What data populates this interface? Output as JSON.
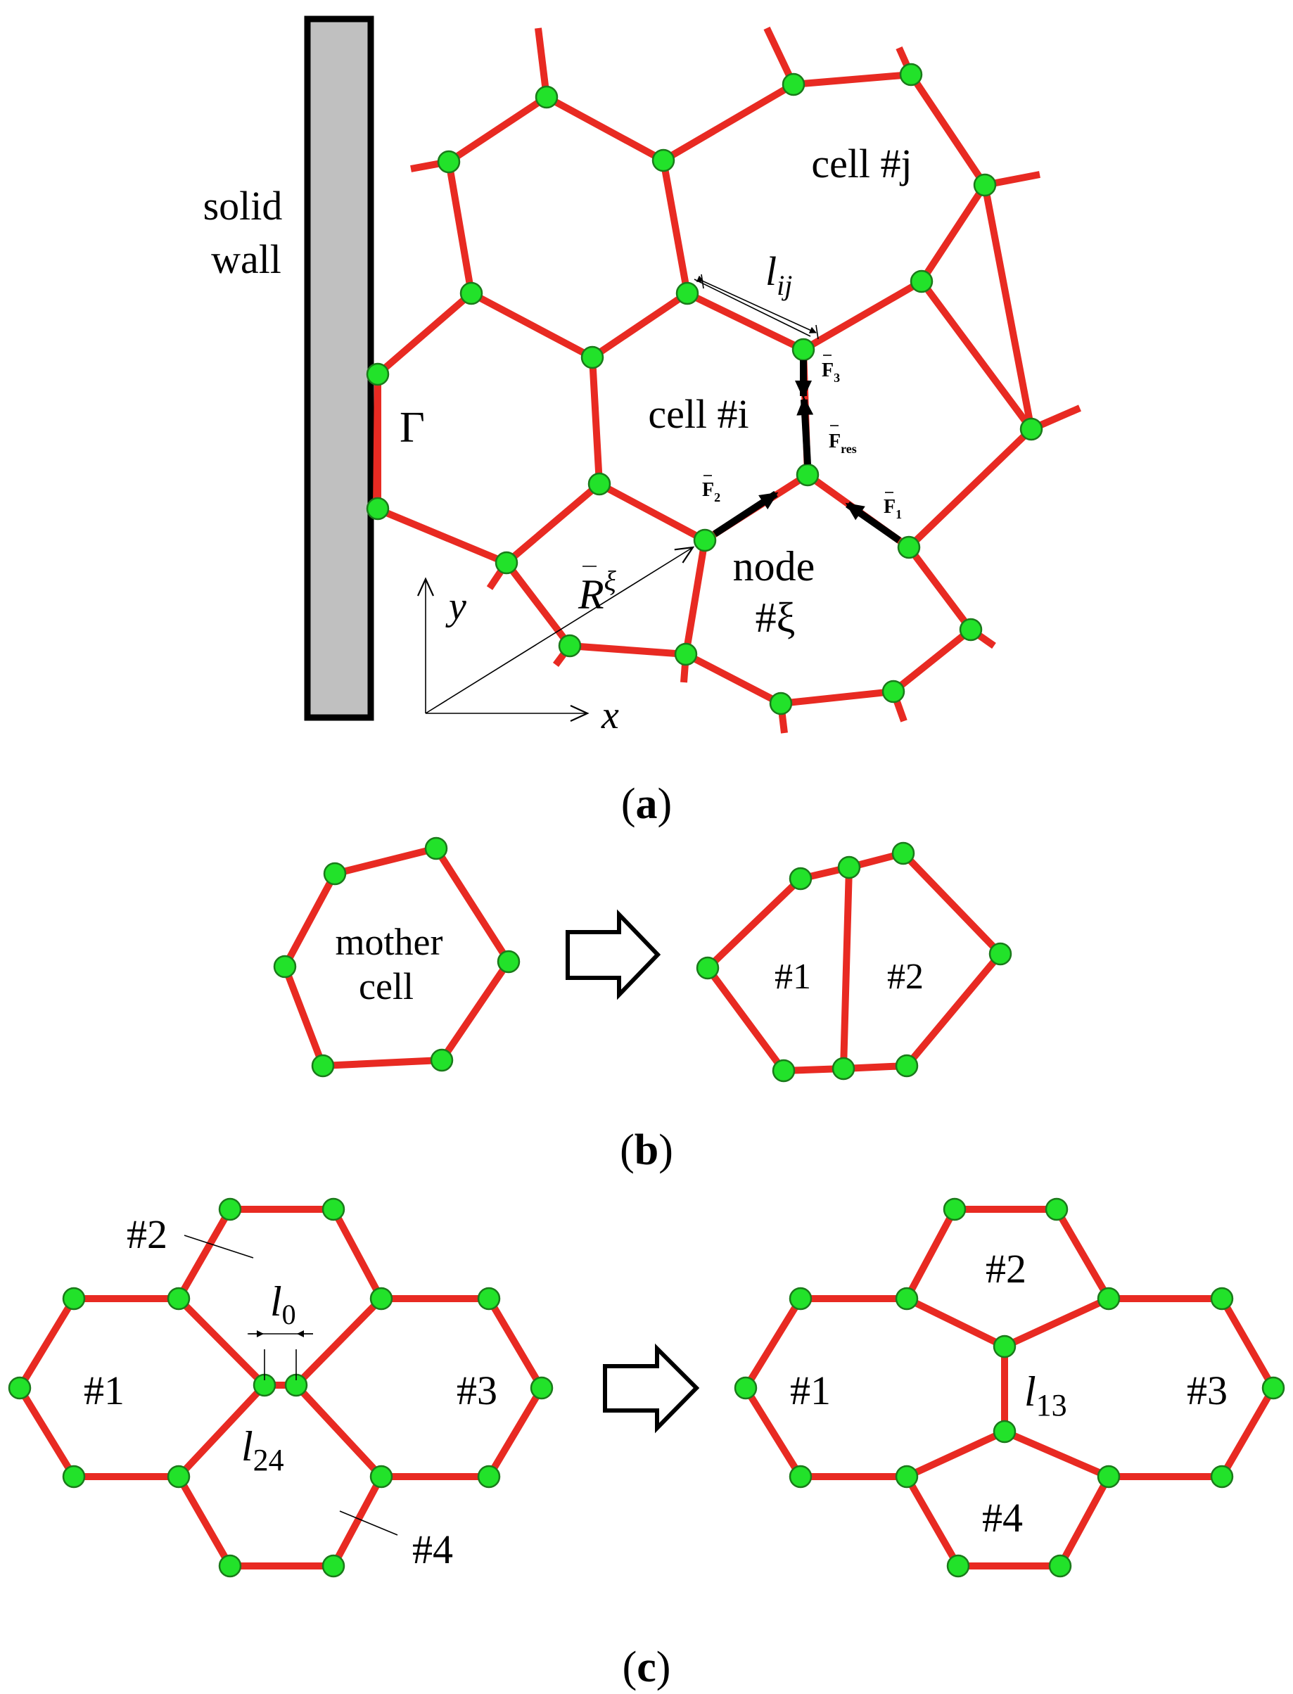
{
  "panel_a": {
    "wall_label_1": "solid",
    "wall_label_2": "wall",
    "cell_j": "cell #j",
    "cell_i": "cell #i",
    "gamma": "Γ",
    "lij_l": "l",
    "lij_sub": "ij",
    "f3": "F",
    "f3_sub": "3",
    "fres": "F",
    "fres_sub": "res",
    "f2": "F",
    "f2_sub": "2",
    "f1": "F",
    "f1_sub": "1",
    "r_main": "R",
    "r_sup": "ξ",
    "node_label_1": "node",
    "node_label_2": "#ξ",
    "axis_y": "y",
    "axis_x": "x",
    "caption_open": "(",
    "caption_letter": "a",
    "caption_close": ")"
  },
  "panel_b": {
    "mother_1": "mother",
    "mother_2": "cell",
    "daughter_1": "#1",
    "daughter_2": "#2",
    "caption_open": "(",
    "caption_letter": "b",
    "caption_close": ")"
  },
  "panel_c": {
    "left_cell_1": "#1",
    "left_cell_2": "#2",
    "left_cell_3": "#3",
    "left_cell_4": "#4",
    "l0_main": "l",
    "l0_sub": "0",
    "l24_main": "l",
    "l24_sub": "24",
    "right_cell_1": "#1",
    "right_cell_2": "#2",
    "right_cell_3": "#3",
    "right_cell_4": "#4",
    "l13_main": "l",
    "l13_sub": "13",
    "caption_open": "(",
    "caption_letter": "c",
    "caption_close": ")"
  },
  "colors": {
    "edge": "#e82a22",
    "node_fill": "#22e22a",
    "wall_fill": "#c0c0c0",
    "force_arrow": "#000000"
  }
}
